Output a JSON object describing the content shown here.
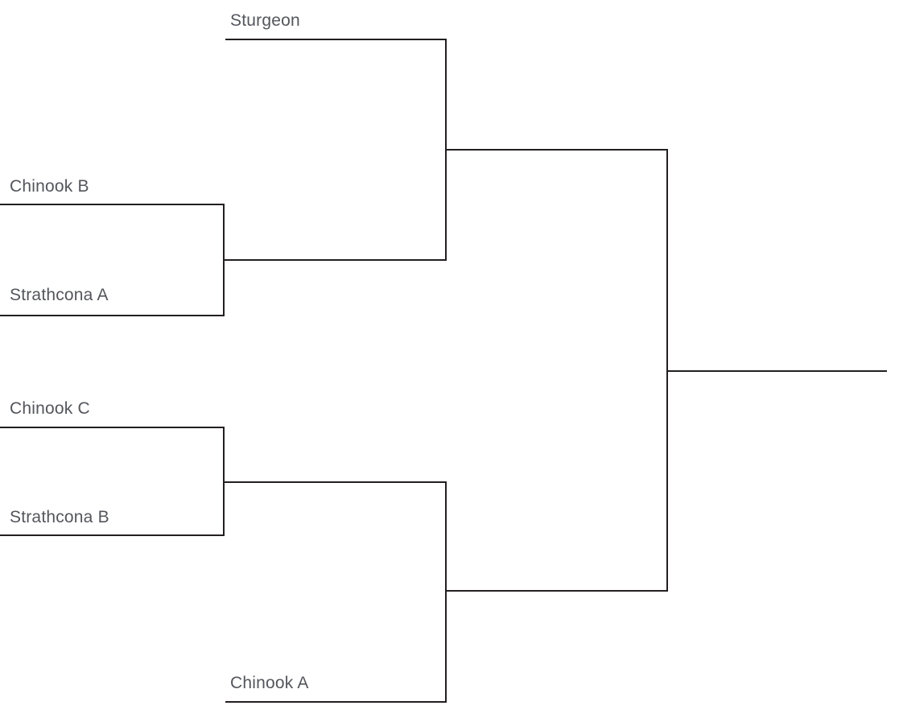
{
  "colors": {
    "line": "#231f20",
    "label_text": "#54565c",
    "background": "#ffffff"
  },
  "bracket": {
    "quarterfinal_1": {
      "top_team": "Chinook B",
      "bottom_team": "Strathcona A"
    },
    "quarterfinal_2": {
      "top_team": "Chinook C",
      "bottom_team": "Strathcona B"
    },
    "semifinal_1": {
      "bye_team": "Sturgeon"
    },
    "semifinal_2": {
      "bye_team": "Chinook A"
    }
  }
}
